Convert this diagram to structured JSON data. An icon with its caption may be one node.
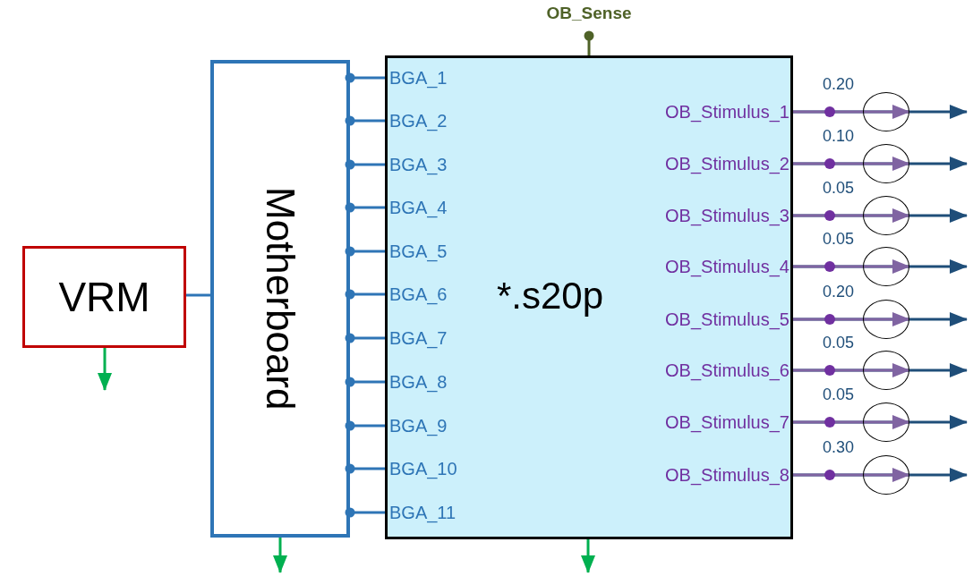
{
  "diagram": {
    "nodes": [
      {
        "text": [
          "VRM"
        ]
      },
      {
        "text": [
          "Motherboard"
        ]
      },
      {
        "text": [
          "OB_Sense"
        ]
      },
      {
        "text": [
          "*.s20p"
        ]
      },
      {
        "text": [
          "BGA_1"
        ],
        "in": 3
      },
      {
        "text": [
          "BGA_2"
        ],
        "in": 3
      },
      {
        "text": [
          "BGA_3"
        ],
        "in": 3
      },
      {
        "text": [
          "BGA_4"
        ],
        "in": 3
      },
      {
        "text": [
          "BGA_5"
        ],
        "in": 3
      },
      {
        "text": [
          "BGA_6"
        ],
        "in": 3
      },
      {
        "text": [
          "BGA_7"
        ],
        "in": 3
      },
      {
        "text": [
          "BGA_8"
        ],
        "in": 3
      },
      {
        "text": [
          "BGA_9"
        ],
        "in": 3
      },
      {
        "text": [
          "BGA_10"
        ],
        "in": 3
      },
      {
        "text": [
          "BGA_11"
        ],
        "in": 3
      },
      {
        "text": [
          "OB_Stimulus_1"
        ],
        "in": 3
      },
      {
        "text": [
          "OB_Stimulus_2"
        ],
        "in": 3
      },
      {
        "text": [
          "OB_Stimulus_3"
        ],
        "in": 3
      },
      {
        "text": [
          "OB_Stimulus_4"
        ],
        "in": 3
      },
      {
        "text": [
          "OB_Stimulus_5"
        ],
        "in": 3
      },
      {
        "text": [
          "OB_Stimulus_6"
        ],
        "in": 3
      },
      {
        "text": [
          "OB_Stimulus_7"
        ],
        "in": 3
      },
      {
        "text": [
          "OB_Stimulus_8"
        ],
        "in": 3
      },
      {
        "text": [],
        "shape": "circle"
      },
      {
        "text": [],
        "shape": "circle"
      },
      {
        "text": [],
        "shape": "circle"
      },
      {
        "text": [],
        "shape": "circle"
      },
      {
        "text": [],
        "shape": "circle"
      },
      {
        "text": [],
        "shape": "circle"
      },
      {
        "text": [],
        "shape": "circle"
      },
      {
        "text": [],
        "shape": "circle"
      }
    ],
    "edges": [
      {
        "from": 0,
        "to": 1,
        "arrow": "none"
      },
      {
        "from": 1,
        "to": 4,
        "arrow": "other"
      },
      {
        "from": 1,
        "to": 5,
        "arrow": "other"
      },
      {
        "from": 1,
        "to": 6,
        "arrow": "other"
      },
      {
        "from": 1,
        "to": 7,
        "arrow": "other"
      },
      {
        "from": 1,
        "to": 8,
        "arrow": "other"
      },
      {
        "from": 1,
        "to": 9,
        "arrow": "other"
      },
      {
        "from": 1,
        "to": 10,
        "arrow": "other"
      },
      {
        "from": 1,
        "to": 11,
        "arrow": "other"
      },
      {
        "from": 1,
        "to": 12,
        "arrow": "other"
      },
      {
        "from": 1,
        "to": 13,
        "arrow": "other"
      },
      {
        "from": 1,
        "to": 14,
        "arrow": "other"
      },
      {
        "from": 2,
        "to": 3,
        "arrow": "other",
        "color": "#4f6228"
      },
      {
        "from": 15,
        "to": null,
        "arrow": "to",
        "label": "0.20",
        "color": "#1f4e79"
      },
      {
        "from": 15,
        "to": 23,
        "arrow": "to",
        "color": "#8064a2"
      },
      {
        "from": 16,
        "to": null,
        "arrow": "to",
        "label": "0.10",
        "color": "#1f4e79"
      },
      {
        "from": 16,
        "to": 24,
        "arrow": "to",
        "color": "#8064a2"
      },
      {
        "from": 17,
        "to": null,
        "arrow": "to",
        "label": "0.05",
        "color": "#1f4e79"
      },
      {
        "from": 17,
        "to": 25,
        "arrow": "to",
        "color": "#8064a2"
      },
      {
        "from": 18,
        "to": null,
        "arrow": "to",
        "label": "0.05",
        "color": "#1f4e79"
      },
      {
        "from": 18,
        "to": 26,
        "arrow": "to",
        "color": "#8064a2"
      },
      {
        "from": 19,
        "to": null,
        "arrow": "to",
        "label": "0.20",
        "color": "#1f4e79"
      },
      {
        "from": 19,
        "to": 27,
        "arrow": "to",
        "color": "#8064a2"
      },
      {
        "from": 20,
        "to": null,
        "arrow": "to",
        "label": "0.05",
        "color": "#1f4e79"
      },
      {
        "from": 20,
        "to": 28,
        "arrow": "to",
        "color": "#8064a2"
      },
      {
        "from": 21,
        "to": null,
        "arrow": "to",
        "label": "0.05",
        "color": "#1f4e79"
      },
      {
        "from": 21,
        "to": 29,
        "arrow": "to",
        "color": "#8064a2"
      },
      {
        "from": 22,
        "to": null,
        "arrow": "to",
        "label": "0.30",
        "color": "#1f4e79"
      },
      {
        "from": 22,
        "to": 30,
        "arrow": "to",
        "color": "#8064a2"
      },
      {
        "from": 0,
        "to": null,
        "arrow": "to",
        "color": "#00b050"
      },
      {
        "from": 1,
        "to": null,
        "arrow": "to",
        "color": "#00b050"
      },
      {
        "from": 3,
        "to": null,
        "arrow": "to",
        "color": "#00b050"
      }
    ]
  }
}
